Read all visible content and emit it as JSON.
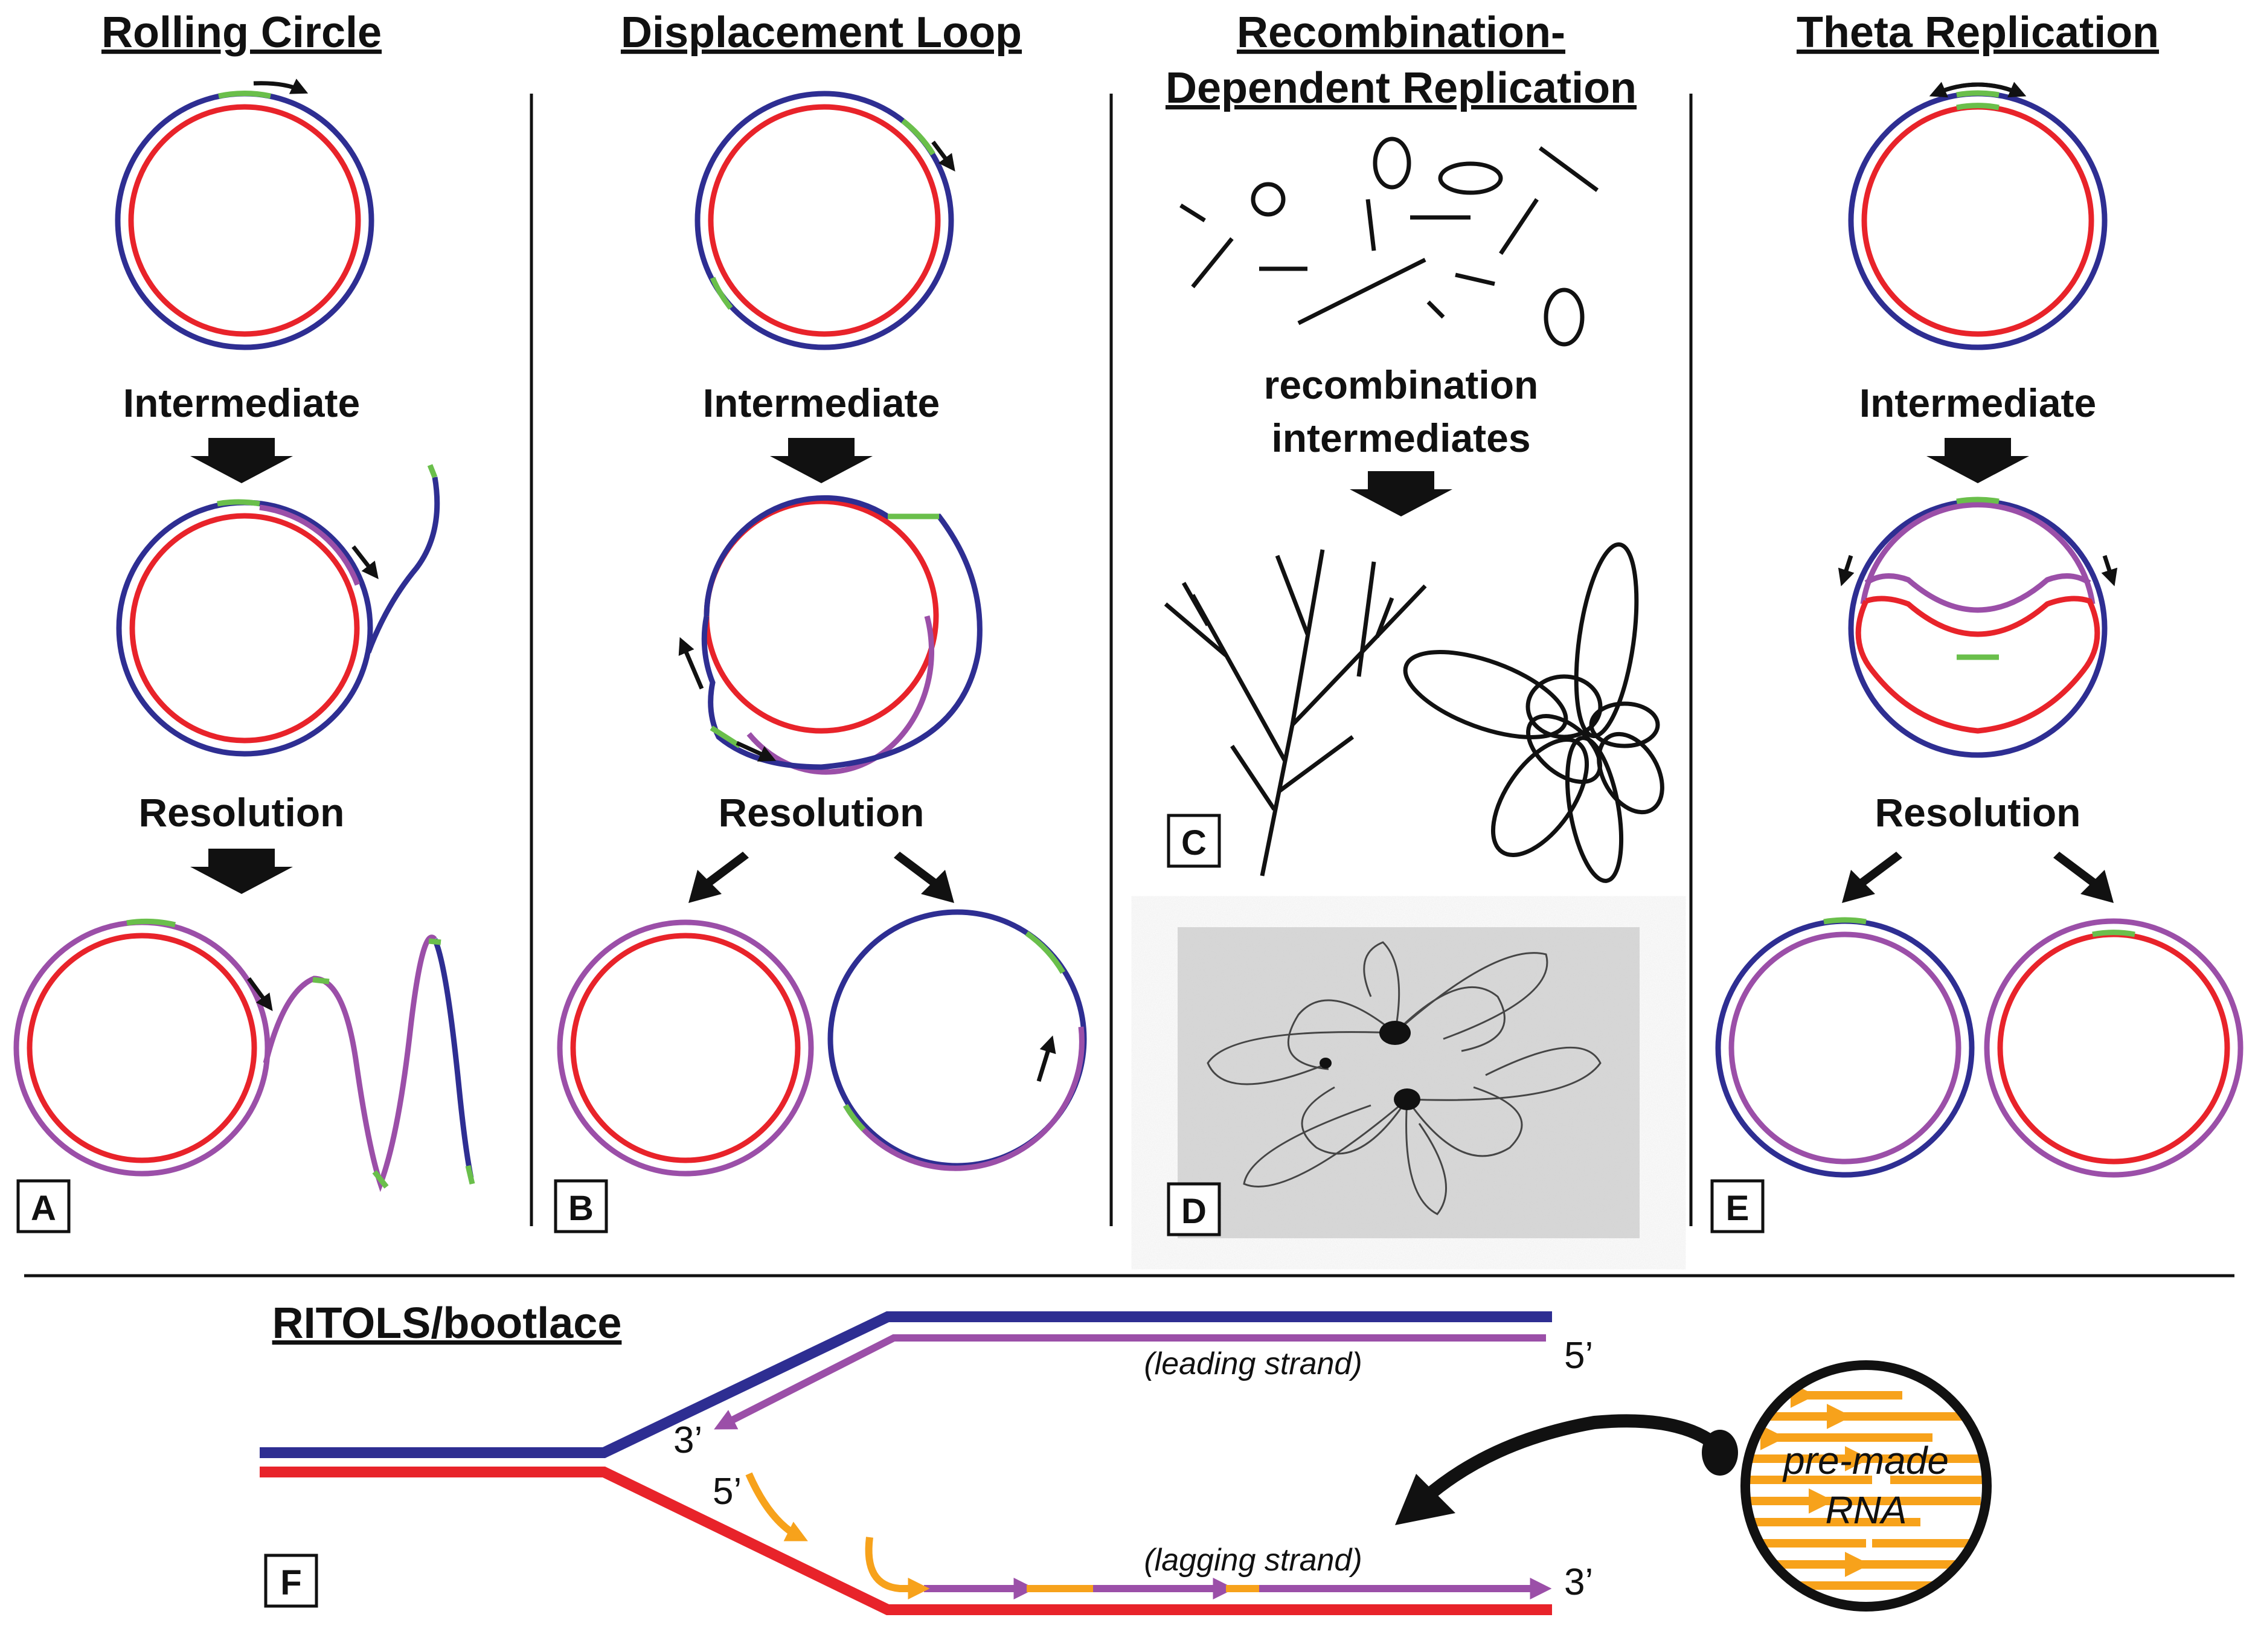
{
  "colors": {
    "blue": "#2e2e92",
    "red": "#e8232a",
    "purple": "#9b4fa8",
    "green": "#6abf4b",
    "orange": "#f7a21b",
    "black": "#111111"
  },
  "panels": {
    "A": {
      "title": "Rolling Circle",
      "step1": "Intermediate",
      "step2": "Resolution",
      "letter": "A"
    },
    "B": {
      "title": "Displacement Loop",
      "step1": "Intermediate",
      "step2": "Resolution",
      "letter": "B"
    },
    "C": {
      "title_line1": "Recombination-",
      "title_line2": "Dependent Replication",
      "step1_line1": "recombination",
      "step1_line2": "intermediates",
      "letter": "C"
    },
    "D": {
      "letter": "D",
      "image": "electron-micrograph"
    },
    "E": {
      "title": "Theta Replication",
      "step1": "Intermediate",
      "step2": "Resolution",
      "letter": "E"
    },
    "F": {
      "title": "RITOLS/bootlace",
      "letter": "F",
      "leading": "(leading strand)",
      "lagging": "(lagging strand)",
      "end_top_right": "5’",
      "end_top_left": "3’",
      "end_mid": "5’",
      "end_bottom_right": "3’",
      "pool_line1": "pre-made",
      "pool_line2": "RNA"
    }
  }
}
